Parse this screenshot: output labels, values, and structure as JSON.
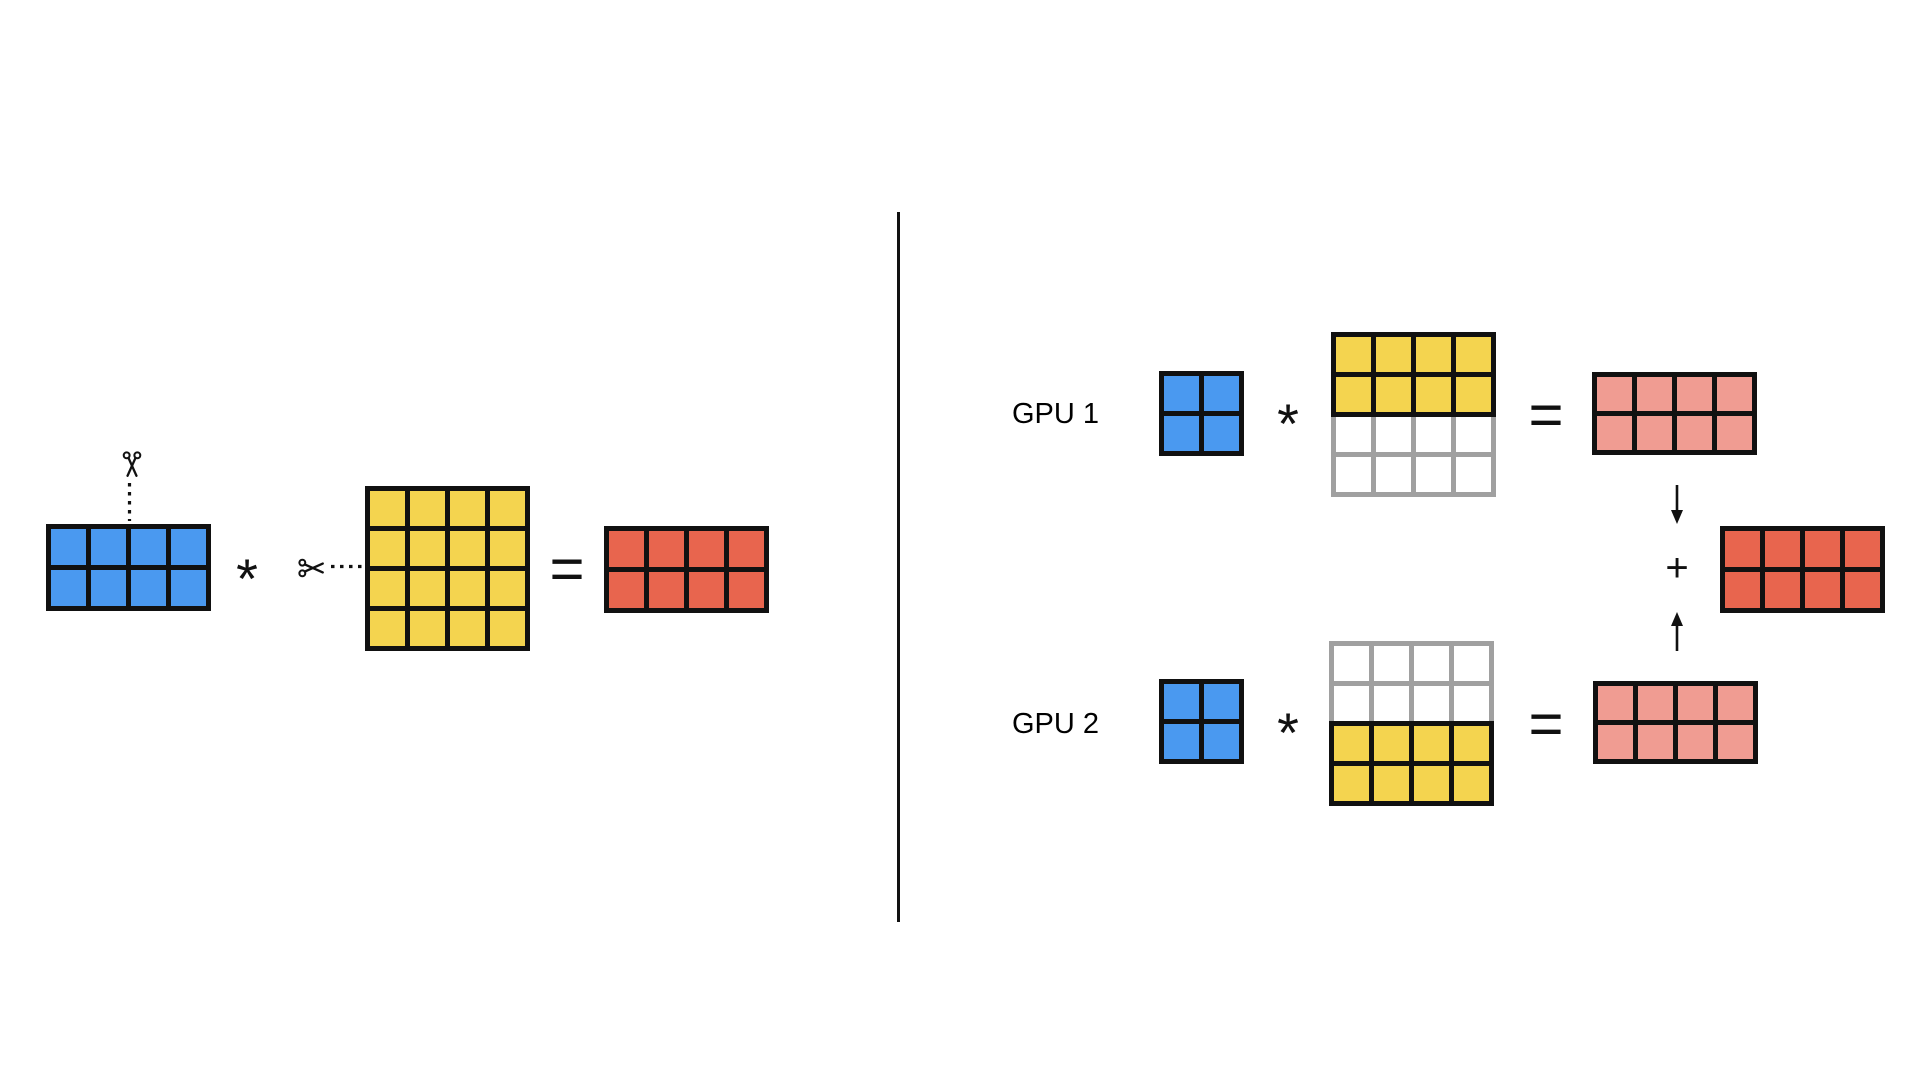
{
  "colors": {
    "blue": "#4A99F0",
    "yellow": "#F4D44F",
    "red": "#E8654E",
    "pink": "#F09C92",
    "white": "#FFFFFF",
    "black": "#111111",
    "gray": "#A0A0A0"
  },
  "operators": {
    "multiply": "*",
    "equals": "=",
    "plus": "+"
  },
  "left_panel": {
    "cut_icons": [
      "scissors-down",
      "scissors-right"
    ],
    "input_matrix": {
      "rows": 2,
      "cols": 4,
      "fill": "blue",
      "border": "black"
    },
    "weight_matrix": {
      "rows": 4,
      "cols": 4,
      "fill": "yellow",
      "border": "black"
    },
    "output_matrix": {
      "rows": 2,
      "cols": 4,
      "fill": "red",
      "border": "black"
    }
  },
  "right_panel": {
    "gpu1": {
      "label": "GPU 1",
      "input_shard": {
        "rows": 2,
        "cols": 2,
        "fill": "blue",
        "border": "black"
      },
      "weight_shard": {
        "rows": 4,
        "cols": 4,
        "row_fills": [
          "yellow",
          "yellow",
          "white",
          "white"
        ],
        "row_borders": [
          "black",
          "black",
          "gray",
          "gray"
        ]
      },
      "partial_output": {
        "rows": 2,
        "cols": 4,
        "fill": "pink",
        "border": "black"
      }
    },
    "gpu2": {
      "label": "GPU 2",
      "input_shard": {
        "rows": 2,
        "cols": 2,
        "fill": "blue",
        "border": "black"
      },
      "weight_shard": {
        "rows": 4,
        "cols": 4,
        "row_fills": [
          "white",
          "white",
          "yellow",
          "yellow"
        ],
        "row_borders": [
          "gray",
          "gray",
          "black",
          "black"
        ]
      },
      "partial_output": {
        "rows": 2,
        "cols": 4,
        "fill": "pink",
        "border": "black"
      }
    },
    "combine": {
      "plus": "+",
      "final_matrix": {
        "rows": 2,
        "cols": 4,
        "fill": "red",
        "border": "black"
      }
    }
  }
}
